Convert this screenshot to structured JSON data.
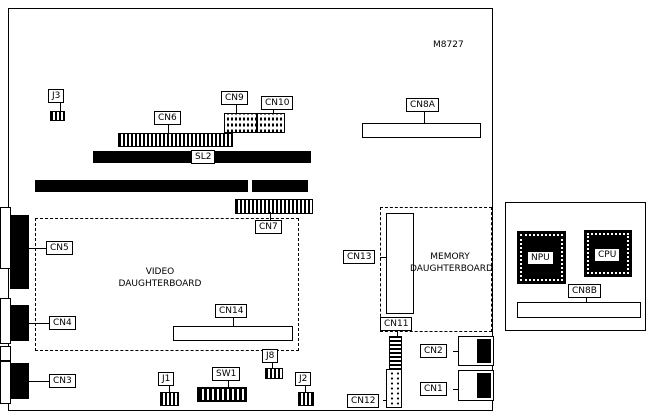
{
  "board": {
    "id": "M8727"
  },
  "callouts": {
    "j3": "J3",
    "cn9": "CN9",
    "cn10": "CN10",
    "cn6": "CN6",
    "cn8a": "CN8A",
    "sl2": "SL2",
    "cn7": "CN7",
    "cn5": "CN5",
    "cn13": "CN13",
    "cn4": "CN4",
    "cn3": "CN3",
    "cn14": "CN14",
    "cn11": "CN11",
    "cn12": "CN12",
    "cn2": "CN2",
    "cn1": "CN1",
    "j1": "J1",
    "sw1": "SW1",
    "j8": "J8",
    "j2": "J2",
    "npu": "NPU",
    "cpu": "CPU",
    "cn8b": "CN8B"
  },
  "regions": {
    "video_daughterboard": "VIDEO\nDAUGHTERBOARD",
    "memory_daughterboard": "MEMORY\nDAUGHTERBOARD"
  },
  "colors": {
    "line": "#000000",
    "background": "#ffffff"
  }
}
